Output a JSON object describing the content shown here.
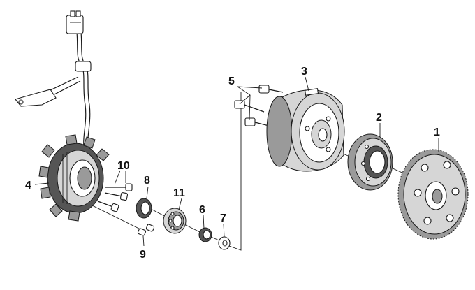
{
  "diagram": {
    "parts": [
      {
        "id": "1",
        "label": "1",
        "name_icon": "flywheel-ring-gear-icon"
      },
      {
        "id": "2",
        "label": "2",
        "name_icon": "starter-clutch-icon"
      },
      {
        "id": "3",
        "label": "3",
        "name_icon": "rotor-flywheel-icon"
      },
      {
        "id": "4",
        "label": "4",
        "name_icon": "stator-coil-icon"
      },
      {
        "id": "5",
        "label": "5",
        "name_icon": "bolt-icon"
      },
      {
        "id": "6",
        "label": "6",
        "name_icon": "collar-icon"
      },
      {
        "id": "7",
        "label": "7",
        "name_icon": "washer-icon"
      },
      {
        "id": "8",
        "label": "8",
        "name_icon": "oil-seal-icon"
      },
      {
        "id": "9",
        "label": "9",
        "name_icon": "dowel-pin-icon"
      },
      {
        "id": "10",
        "label": "10",
        "name_icon": "screw-icon"
      },
      {
        "id": "11",
        "label": "11",
        "name_icon": "bearing-icon"
      }
    ],
    "colors": {
      "line": "#1a1a1a",
      "metal_dark": "#555555",
      "metal_mid": "#9a9a9a",
      "metal_light": "#d6d6d6"
    }
  }
}
